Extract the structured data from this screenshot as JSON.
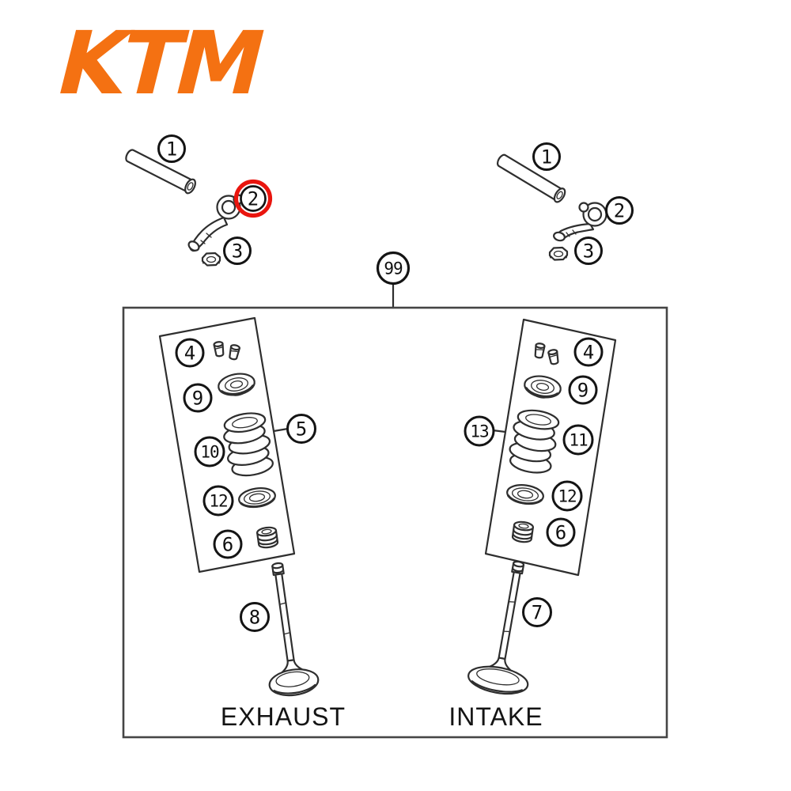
{
  "brand": {
    "logo_text": "KTM",
    "logo_color": "#f47112"
  },
  "diagram": {
    "assembly_callout": "99",
    "highlight_color": "#e9150e",
    "exhaust": {
      "label": "EXHAUST",
      "callouts": {
        "shaft": "1",
        "rocker_arm": "2",
        "adjuster_nut": "3",
        "keepers": "4",
        "spring_kit": "5",
        "seal": "6",
        "valve": "8",
        "retainer": "9",
        "spring": "10",
        "washer": "12"
      }
    },
    "intake": {
      "label": "INTAKE",
      "callouts": {
        "shaft": "1",
        "rocker_arm": "2",
        "adjuster_nut": "3",
        "keepers": "4",
        "seal": "6",
        "valve": "7",
        "retainer": "9",
        "spring": "11",
        "washer": "12",
        "spring_kit": "13"
      }
    }
  }
}
